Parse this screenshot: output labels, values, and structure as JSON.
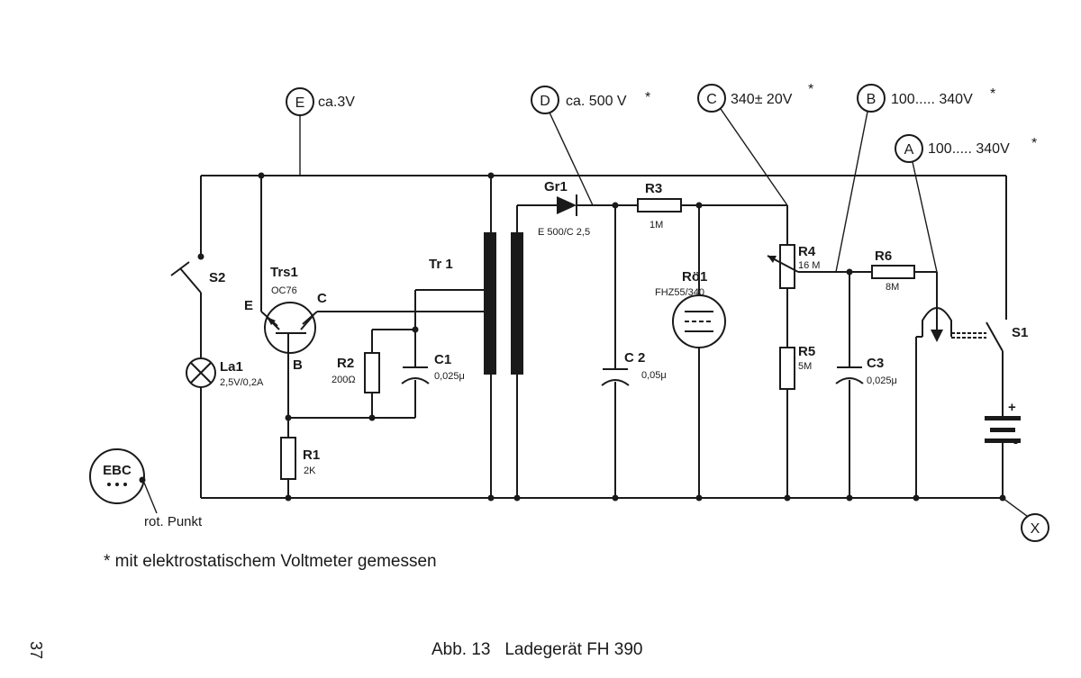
{
  "test_points": [
    {
      "letter": "E",
      "value": "ca.3V"
    },
    {
      "letter": "D",
      "value": "ca. 500 V",
      "star": "*"
    },
    {
      "letter": "C",
      "value": "340± 20V",
      "star": "*"
    },
    {
      "letter": "B",
      "value": "100..... 340V",
      "star": "*"
    },
    {
      "letter": "A",
      "value": "100..... 340V",
      "star": "*"
    },
    {
      "letter": "X"
    }
  ],
  "components": {
    "s2": {
      "name": "S2"
    },
    "la1": {
      "name": "La1",
      "value": "2,5V/0,2A"
    },
    "trs1": {
      "name": "Trs1",
      "value": "OC76",
      "e": "E",
      "c": "C",
      "b": "B"
    },
    "r1": {
      "name": "R1",
      "value": "2K"
    },
    "r2": {
      "name": "R2",
      "value": "200Ω"
    },
    "c1": {
      "name": "C1",
      "value": "0,025μ"
    },
    "tr1": {
      "name": "Tr 1"
    },
    "gr1": {
      "name": "Gr1",
      "value": "E 500/C 2,5"
    },
    "r3": {
      "name": "R3",
      "value": "1M"
    },
    "c2": {
      "name": "C 2",
      "value": "0,05μ"
    },
    "ro1": {
      "name": "Rö1",
      "value": "FHZ55/340"
    },
    "r4": {
      "name": "R4",
      "value": "16 M"
    },
    "r5": {
      "name": "R5",
      "value": "5M"
    },
    "r6": {
      "name": "R6",
      "value": "8M"
    },
    "c3": {
      "name": "C3",
      "value": "0,025μ"
    },
    "s1": {
      "name": "S1"
    },
    "battery": {
      "plus": "+",
      "minus": "-"
    }
  },
  "ebc": {
    "label": "EBC",
    "caption": "rot. Punkt"
  },
  "footnote": "* mit elektrostatischem Voltmeter gemessen",
  "caption": "Abb. 13   Ladegerät FH 390",
  "page_number": "37"
}
